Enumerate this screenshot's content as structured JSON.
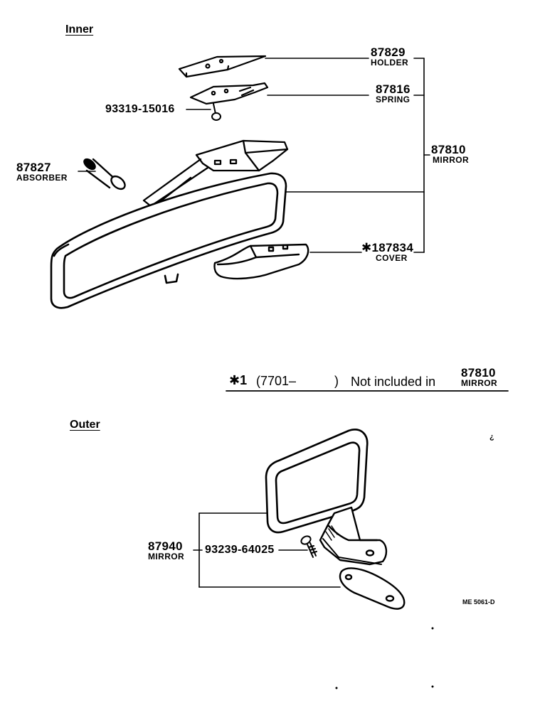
{
  "sections": {
    "inner": "Inner",
    "outer": "Outer"
  },
  "parts": {
    "holder": {
      "number": "87829",
      "name": "HOLDER"
    },
    "spring": {
      "number": "87816",
      "name": "SPRING"
    },
    "screw_inner": {
      "number": "93319-15016"
    },
    "inner_mirror": {
      "number": "87810",
      "name": "MIRROR"
    },
    "absorber": {
      "number": "87827",
      "name": "ABSORBER"
    },
    "cover": {
      "number": "✱187834",
      "name": "COVER"
    },
    "outer_mirror": {
      "number": "87940",
      "name": "MIRROR"
    },
    "screw_outer": {
      "number": "93239-64025"
    }
  },
  "note": {
    "mark": "✱1",
    "range": "(7701–",
    "close": ")",
    "text": "Not included in",
    "ref_number": "87810",
    "ref_name": "MIRROR"
  },
  "code": "ME 5061-D",
  "stray_mark": "¿"
}
